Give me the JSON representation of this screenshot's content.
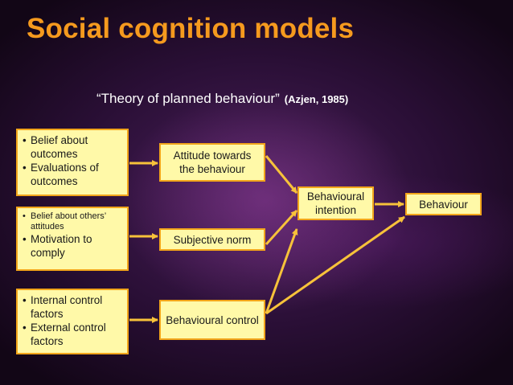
{
  "title": "Social cognition models",
  "subtitle": {
    "text": "“Theory of planned behaviour”",
    "citation": "(Azjen, 1985)"
  },
  "colors": {
    "title": "#f59a1e",
    "box_fill": "#fff9a8",
    "box_border": "#f2a51a",
    "arrow": "#f7c23a"
  },
  "diagram": {
    "inputs": [
      {
        "items": [
          "Belief about outcomes",
          "Evaluations of outcomes"
        ]
      },
      {
        "items": [
          "Belief about others’ attitudes",
          "Motivation to comply"
        ]
      },
      {
        "items": [
          "Internal control factors",
          "External control factors"
        ]
      }
    ],
    "constructs": [
      {
        "label": "Attitude towards the behaviour"
      },
      {
        "label": "Subjective norm"
      },
      {
        "label": "Behavioural control"
      }
    ],
    "intention": {
      "label": "Behavioural intention"
    },
    "outcome": {
      "label": "Behaviour"
    }
  }
}
